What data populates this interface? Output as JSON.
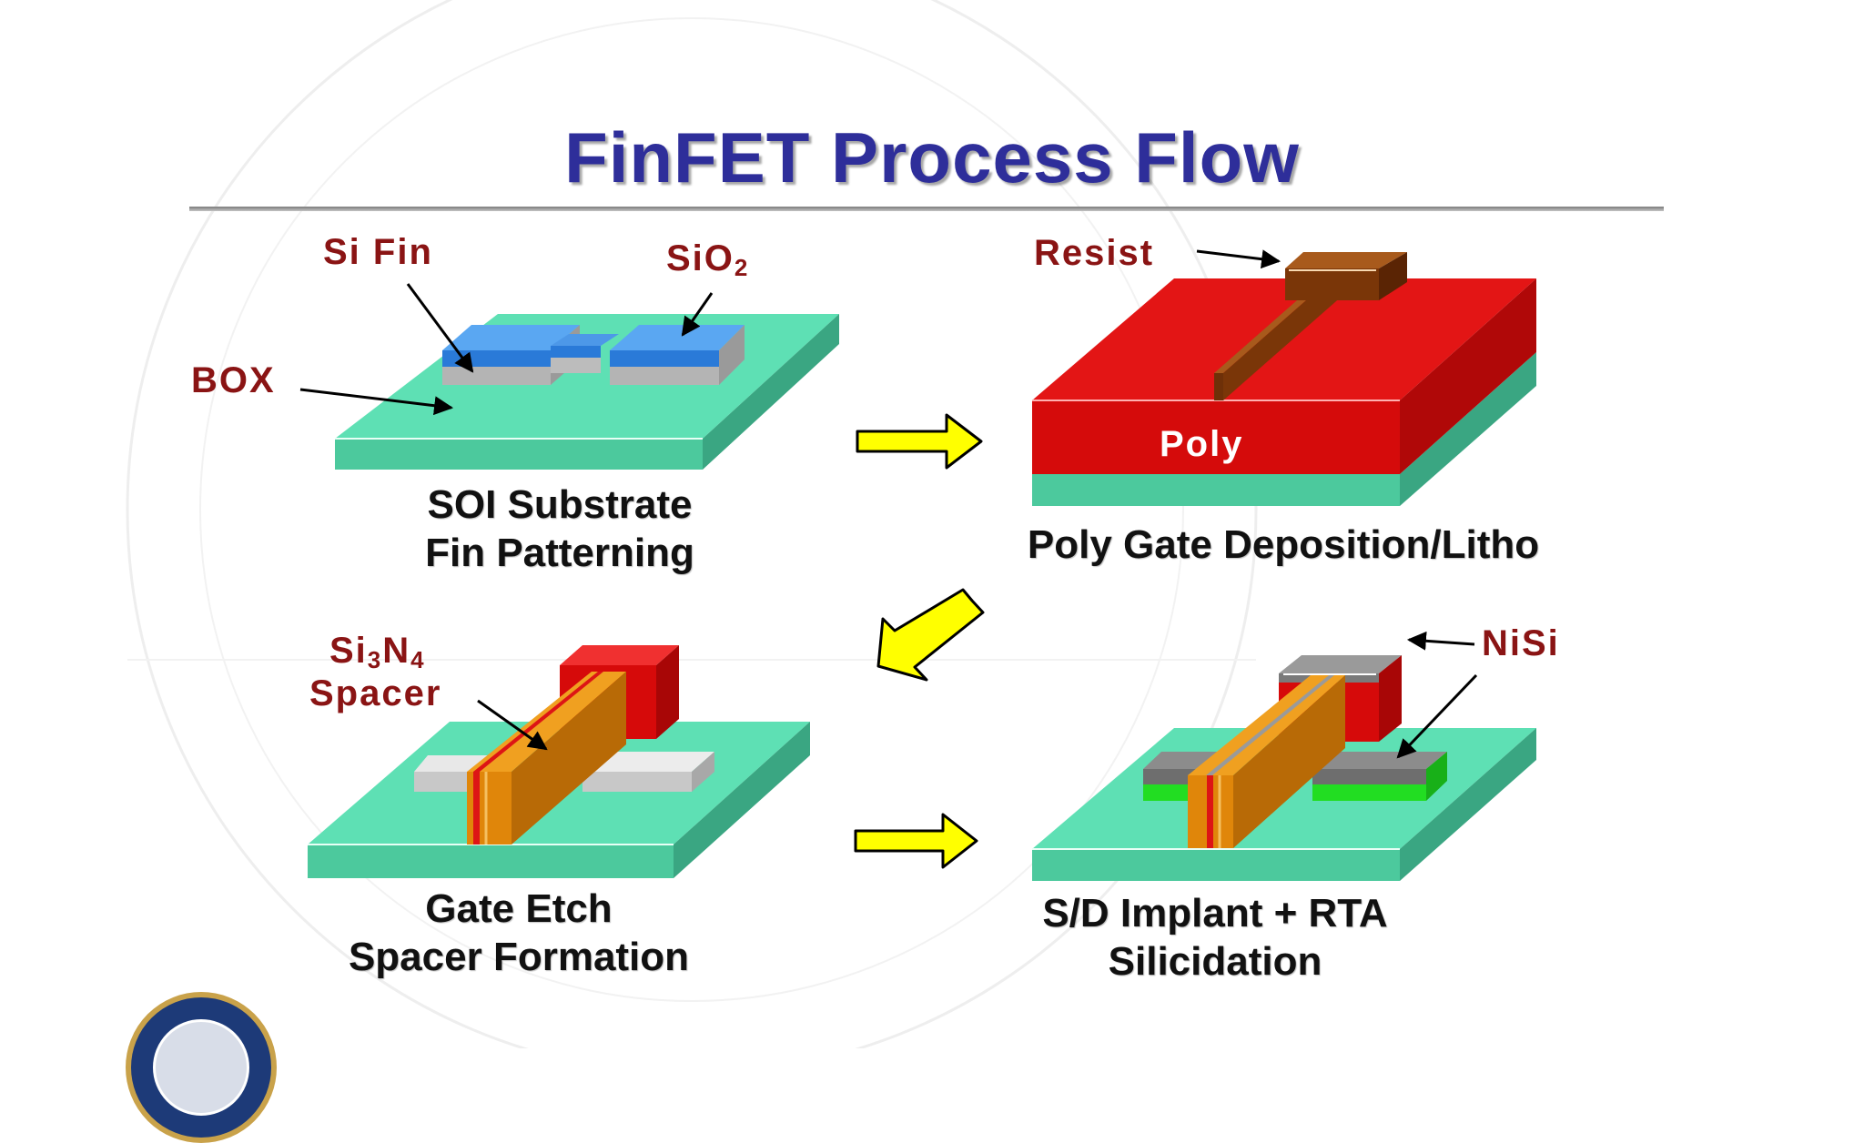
{
  "slide": {
    "title": "FinFET Process Flow"
  },
  "panels": [
    {
      "caption_line1": "SOI Substrate",
      "caption_line2": "Fin Patterning",
      "labels": {
        "si_fin": "Si Fin",
        "sio2": "SiO",
        "sio2_sub": "2",
        "box": "BOX"
      }
    },
    {
      "caption_line1": "Poly Gate Deposition/Litho",
      "labels": {
        "resist": "Resist",
        "poly": "Poly"
      }
    },
    {
      "caption_line1": "Gate Etch",
      "caption_line2": "Spacer Formation",
      "labels": {
        "si3n4_a": "Si",
        "si3n4_sub1": "3",
        "si3n4_b": "N",
        "si3n4_sub2": "4",
        "spacer": "Spacer"
      }
    },
    {
      "caption_line1": "S/D Implant + RTA",
      "caption_line2": "Silicidation",
      "labels": {
        "nisi": "NiSi"
      }
    }
  ],
  "colors": {
    "title": "#2e2e9a",
    "label": "#8a1414",
    "box_oxide": "#5ee0b4",
    "silicon_fin": "#bcbcbc",
    "sio2_cap": "#3a8ee6",
    "poly": "#dd0f0f",
    "resist": "#7a3608",
    "spacer": "#e0860a",
    "nisi": "#8c8c8c",
    "sd_implant": "#22dd22",
    "arrow": "#ffff00"
  },
  "icons": [
    "flow-arrow-icon",
    "university-seal-icon"
  ]
}
